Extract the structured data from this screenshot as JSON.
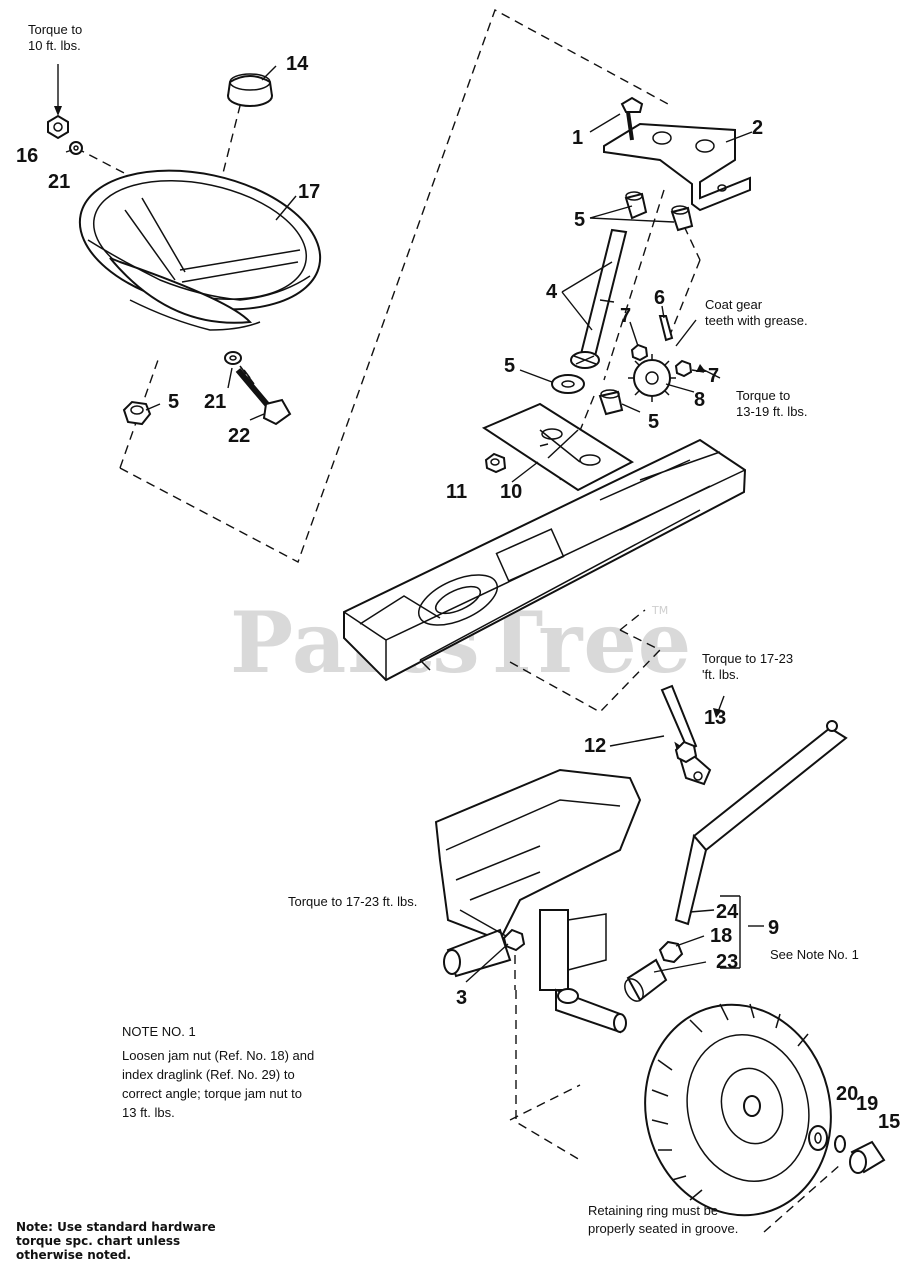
{
  "watermark": {
    "text": "PartsTree",
    "tm": "TM"
  },
  "notes": {
    "torque_16": "Torque to\n10 ft. lbs.",
    "grease": "Coat gear\nteeth with grease.",
    "torque_7": "Torque to\n13-19 ft. lbs.",
    "torque_13": "Torque to 17-23\n'ft. lbs.",
    "torque_3": "Torque to 17-23 ft. lbs.",
    "see_note": "See Note No. 1",
    "note1_title": "NOTE NO. 1",
    "note1_body": "Loosen jam nut (Ref. No. 18) and\nindex draglink (Ref. No. 29) to\ncorrect angle; torque jam nut to\n13 ft. lbs.",
    "retaining": "Retaining ring must be\nproperly seated in groove.",
    "hardware": "Note: Use standard hardware\ntorque spc. chart unless\notherwise noted."
  },
  "callouts": {
    "c1": "1",
    "c2": "2",
    "c3": "3",
    "c4": "4",
    "c5a": "5",
    "c5b": "5",
    "c5c": "5",
    "c5d": "5",
    "c6": "6",
    "c7a": "7",
    "c7b": "7",
    "c8": "8",
    "c9": "9",
    "c10": "10",
    "c11": "11",
    "c12": "12",
    "c13": "13",
    "c14": "14",
    "c15": "15",
    "c16": "16",
    "c17": "17",
    "c18": "18",
    "c19": "19",
    "c20": "20",
    "c21a": "21",
    "c21b": "21",
    "c22": "22",
    "c23": "23",
    "c24": "24"
  }
}
